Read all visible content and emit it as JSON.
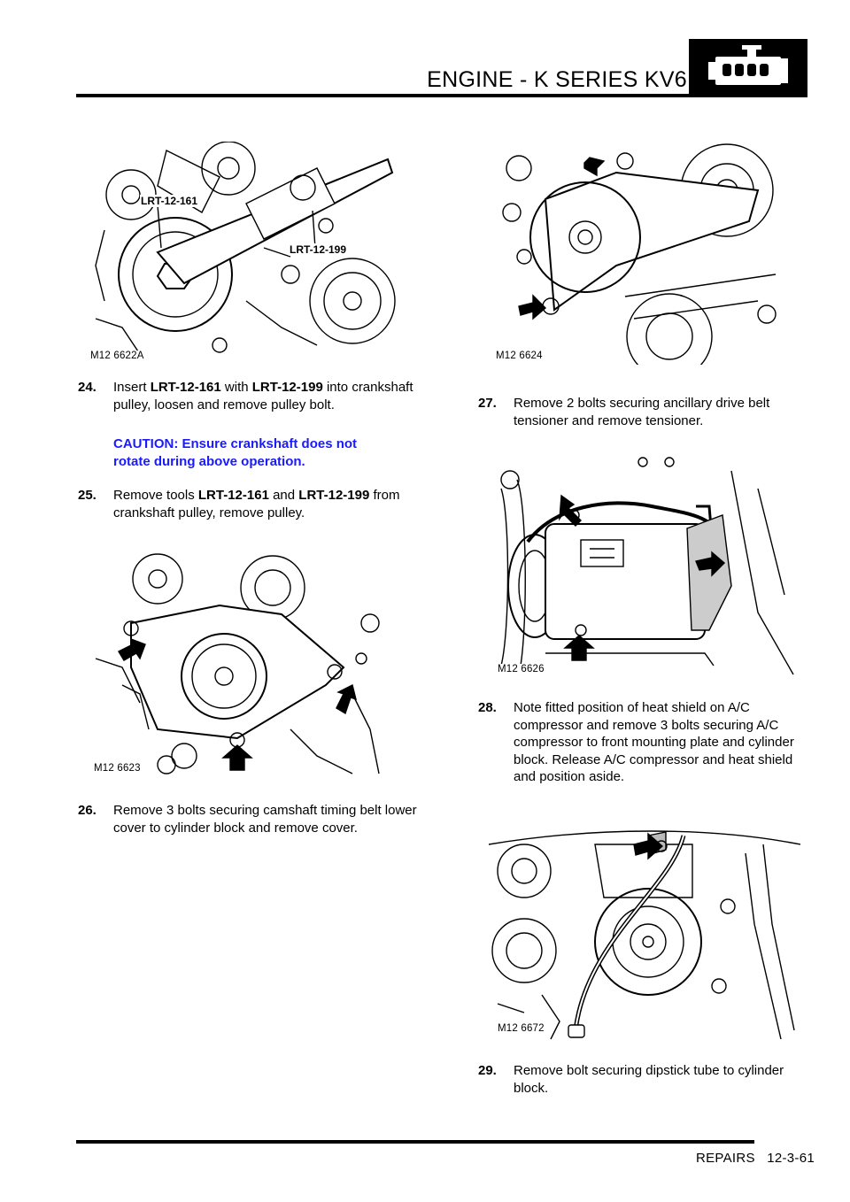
{
  "header": {
    "title": "ENGINE - K SERIES KV6",
    "badge_icon": "engine-icon"
  },
  "figures": {
    "f6622": {
      "label": "M12 6622A",
      "tool_a": "LRT-12-161",
      "tool_b": "LRT-12-199"
    },
    "f6623": {
      "label": "M12 6623"
    },
    "f6624": {
      "label": "M12 6624"
    },
    "f6626": {
      "label": "M12 6626"
    },
    "f6672": {
      "label": "M12 6672"
    }
  },
  "steps": {
    "s24": {
      "num": "24.",
      "t1": "Insert ",
      "b1": "LRT-12-161",
      "t2": " with ",
      "b2": "LRT-12-199",
      "t3": " into crankshaft pulley, loosen and remove pulley bolt."
    },
    "caution": "CAUTION: Ensure crankshaft does not rotate during above operation.",
    "s25": {
      "num": "25.",
      "t1": "Remove tools ",
      "b1": "LRT-12-161",
      "t2": " and ",
      "b2": "LRT-12-199",
      "t3": " from crankshaft pulley, remove pulley."
    },
    "s26": {
      "num": "26.",
      "text": "Remove 3 bolts securing camshaft timing belt lower cover to cylinder block and remove cover."
    },
    "s27": {
      "num": "27.",
      "text": "Remove 2 bolts securing ancillary drive belt tensioner and remove tensioner."
    },
    "s28": {
      "num": "28.",
      "text": "Note fitted position of heat shield on A/C compressor and remove 3 bolts securing A/C compressor to front mounting plate and cylinder block. Release A/C compressor and heat shield and position aside."
    },
    "s29": {
      "num": "29.",
      "text": "Remove bolt securing dipstick tube to cylinder block."
    }
  },
  "footer": {
    "text": "REPAIRS   12-3-61"
  },
  "colors": {
    "caution": "#1a1aff",
    "ink": "#000000"
  }
}
